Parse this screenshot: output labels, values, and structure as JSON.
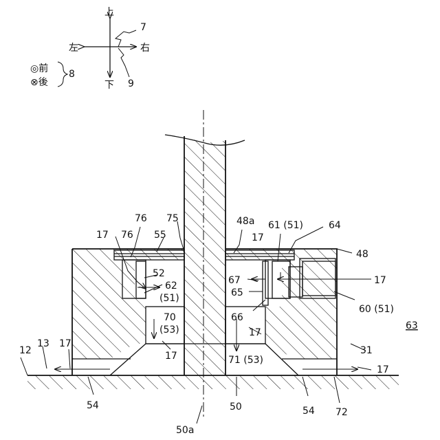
{
  "compass": {
    "up": "上",
    "down": "下",
    "left": "左",
    "right": "右",
    "ref_lr": "7",
    "ref_ud": "9",
    "front": "◎前",
    "back": "⊗後",
    "ref_fb": "8"
  },
  "labels": {
    "l17a": "17",
    "l76a": "76",
    "l76b": "76",
    "l55": "55",
    "l75": "75",
    "l48a": "48a",
    "l61": "61 (51)",
    "l64": "64",
    "l17b": "17",
    "l48": "48",
    "l52": "52",
    "l62a": "62",
    "l62b": "(51)",
    "l67": "67",
    "l65": "65",
    "l17c": "17",
    "l60": "60 (51)",
    "l63": "63",
    "l70a": "70",
    "l70b": "(53)",
    "l66": "66",
    "l17d": "17",
    "l17e": "17",
    "l31": "31",
    "l12": "12",
    "l13": "13",
    "l17f": "17",
    "l71": "71 (53)",
    "l17g": "17",
    "l54a": "54",
    "l50": "50",
    "l54b": "54",
    "l72": "72",
    "l50a": "50a"
  }
}
